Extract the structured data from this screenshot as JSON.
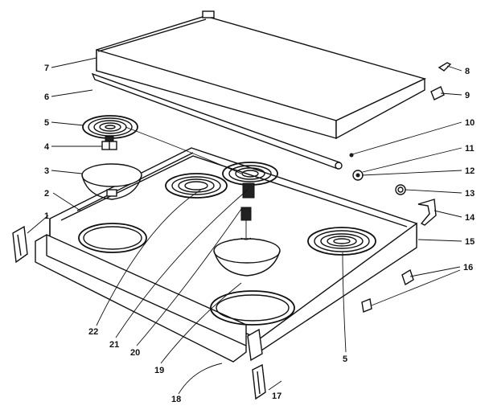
{
  "callouts": {
    "c1": "1",
    "c2": "2",
    "c3": "3",
    "c4": "4",
    "c5a": "5",
    "c5b": "5",
    "c6": "6",
    "c7": "7",
    "c8": "8",
    "c9": "9",
    "c10": "10",
    "c11": "11",
    "c12": "12",
    "c13": "13",
    "c14": "14",
    "c15": "15",
    "c16": "16",
    "c17": "17",
    "c18": "18",
    "c19": "19",
    "c20": "20",
    "c21": "21",
    "c22": "22"
  },
  "colors": {
    "ink": "#111111",
    "paper": "#ffffff"
  }
}
